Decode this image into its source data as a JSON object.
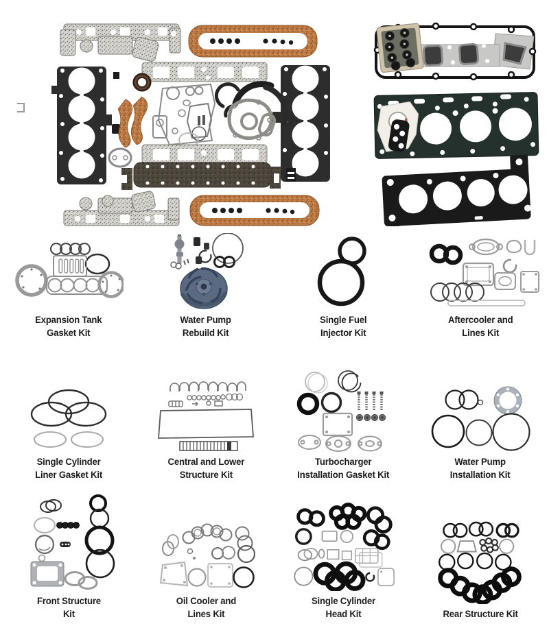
{
  "catalog": {
    "hero": {
      "left_image": "full-engine-overhaul-gasket-set-photo",
      "right_image": "cylinder-head-gasket-set-photo"
    },
    "palette": {
      "label_text": "#1c1c1c",
      "cork_gasket": "#bc7a45",
      "speckled_gasket": "#d7d5d0",
      "dark_head_gasket": "#2d2d2d",
      "teal_head_gasket": "#25312d",
      "black_head_gasket": "#1a1a1a",
      "oil_pan_gasket": "#4c463d",
      "steel_blue_impeller": "#5a6a80",
      "black_ring": "#141414",
      "gray_line": "#9a9a9a"
    },
    "kits": [
      {
        "id": "expansion-tank-gasket-kit",
        "label_lines": [
          "Expansion Tank",
          "Gasket Kit"
        ]
      },
      {
        "id": "water-pump-rebuild-kit",
        "label_lines": [
          "Water Pump",
          "Rebuild Kit"
        ]
      },
      {
        "id": "single-fuel-injector-kit",
        "label_lines": [
          "Single Fuel",
          "Injector Kit"
        ]
      },
      {
        "id": "aftercooler-and-lines-kit",
        "label_lines": [
          "Aftercooler and",
          "Lines Kit"
        ]
      },
      {
        "id": "single-cylinder-liner-gasket-kit",
        "label_lines": [
          "Single Cylinder",
          "Liner Gasket Kit"
        ]
      },
      {
        "id": "central-and-lower-structure-kit",
        "label_lines": [
          "Central and Lower",
          "Structure Kit"
        ]
      },
      {
        "id": "turbocharger-installation-gasket-kit",
        "label_lines": [
          "Turbocharger",
          "Installation Gasket Kit"
        ]
      },
      {
        "id": "water-pump-installation-kit",
        "label_lines": [
          "Water Pump",
          "Installation Kit"
        ]
      },
      {
        "id": "front-structure-kit",
        "label_lines": [
          "Front Structure",
          "Kit"
        ]
      },
      {
        "id": "oil-cooler-and-lines-kit",
        "label_lines": [
          "Oil Cooler and",
          "Lines Kit"
        ]
      },
      {
        "id": "single-cylinder-head-kit",
        "label_lines": [
          "Single Cylinder",
          "Head Kit"
        ]
      },
      {
        "id": "rear-structure-kit",
        "label_lines": [
          "Rear Structure Kit"
        ]
      }
    ]
  }
}
